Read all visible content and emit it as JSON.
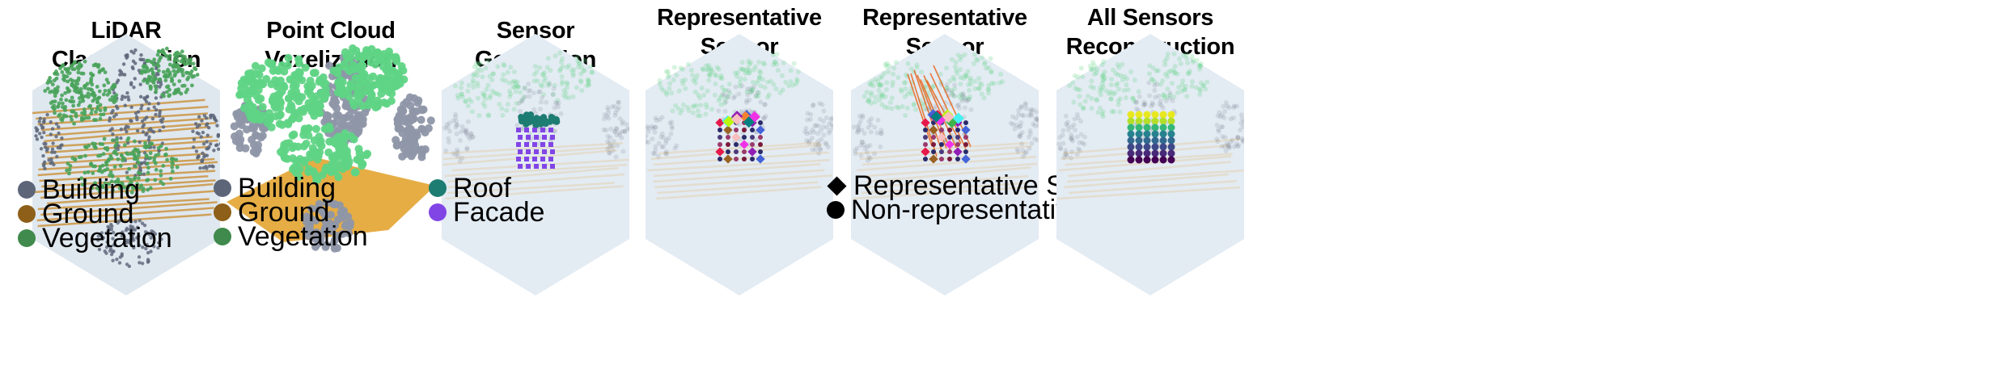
{
  "colors": {
    "building": "#5d6679",
    "ground": "#8d5f18",
    "ground_voxel": "#e3a431",
    "vegetation": "#3f8a4c",
    "vegetation_voxel": "#5fd485",
    "roof": "#1d7d72",
    "facade": "#8145e6",
    "background_cube": "#e3ebf3"
  },
  "panels": [
    {
      "title_lines": [
        "LiDAR Classification"
      ],
      "legend": [
        {
          "label": "Building",
          "color": "#5d6679"
        },
        {
          "label": "Ground",
          "color": "#8d5f18"
        },
        {
          "label": "Vegetation",
          "color": "#3f8a4c"
        }
      ]
    },
    {
      "title_lines": [
        "Point Cloud Voxelization"
      ],
      "legend": [
        {
          "label": "Building",
          "color": "#5d6679"
        },
        {
          "label": "Ground",
          "color": "#8d5f18"
        },
        {
          "label": "Vegetation",
          "color": "#3f8a4c"
        }
      ]
    },
    {
      "title_lines": [
        "Sensor Generation"
      ],
      "legend": [
        {
          "label": "Roof",
          "color": "#1d7d72"
        },
        {
          "label": "Facade",
          "color": "#8145e6"
        }
      ]
    },
    {
      "title_lines": [
        "Representative Sensor",
        "Selection"
      ],
      "legend": []
    },
    {
      "title_lines": [
        "Representative Sensor",
        "Simulation"
      ],
      "legend": [
        {
          "label": "Representative Sensor",
          "marker": "diamond-icon"
        },
        {
          "label": "Non-representative Sensor",
          "marker": "dot-icon"
        }
      ]
    },
    {
      "title_lines": [
        "All Sensors",
        "Reconstruction"
      ],
      "legend": []
    }
  ]
}
